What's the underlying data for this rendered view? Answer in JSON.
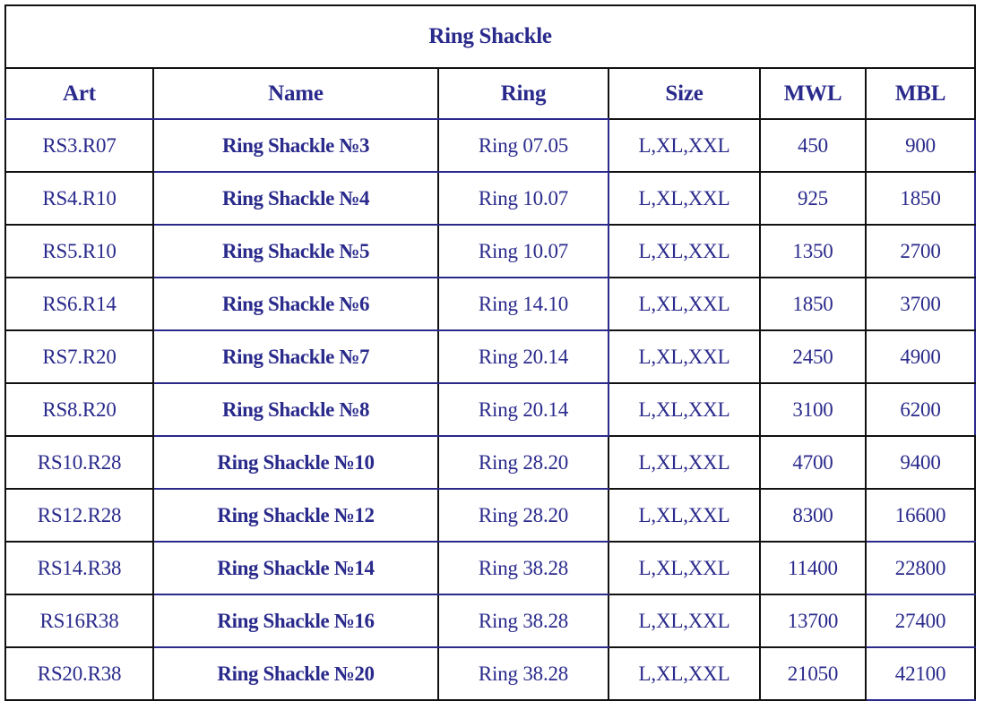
{
  "table": {
    "title": "Ring Shackle",
    "columns": [
      {
        "key": "art",
        "label": "Art"
      },
      {
        "key": "name",
        "label": "Name"
      },
      {
        "key": "ring",
        "label": "Ring"
      },
      {
        "key": "size",
        "label": "Size"
      },
      {
        "key": "mwl",
        "label": "MWL"
      },
      {
        "key": "mbl",
        "label": "MBL"
      }
    ],
    "rows": [
      {
        "art": "RS3.R07",
        "name": "Ring Shackle №3",
        "ring": "Ring 07.05",
        "size": "L,XL,XXL",
        "mwl": "450",
        "mbl": "900"
      },
      {
        "art": "RS4.R10",
        "name": "Ring Shackle №4",
        "ring": "Ring 10.07",
        "size": "L,XL,XXL",
        "mwl": "925",
        "mbl": "1850"
      },
      {
        "art": "RS5.R10",
        "name": "Ring Shackle №5",
        "ring": "Ring 10.07",
        "size": "L,XL,XXL",
        "mwl": "1350",
        "mbl": "2700"
      },
      {
        "art": "RS6.R14",
        "name": "Ring Shackle №6",
        "ring": "Ring 14.10",
        "size": "L,XL,XXL",
        "mwl": "1850",
        "mbl": "3700"
      },
      {
        "art": "RS7.R20",
        "name": "Ring Shackle №7",
        "ring": "Ring 20.14",
        "size": "L,XL,XXL",
        "mwl": "2450",
        "mbl": "4900"
      },
      {
        "art": "RS8.R20",
        "name": "Ring Shackle №8",
        "ring": "Ring 20.14",
        "size": "L,XL,XXL",
        "mwl": "3100",
        "mbl": "6200"
      },
      {
        "art": "RS10.R28",
        "name": "Ring Shackle №10",
        "ring": "Ring 28.20",
        "size": "L,XL,XXL",
        "mwl": "4700",
        "mbl": "9400"
      },
      {
        "art": "RS12.R28",
        "name": "Ring Shackle №12",
        "ring": "Ring 28.20",
        "size": "L,XL,XXL",
        "mwl": "8300",
        "mbl": "16600"
      },
      {
        "art": "RS14.R38",
        "name": "Ring Shackle №14",
        "ring": "Ring 38.28",
        "size": "L,XL,XXL",
        "mwl": "11400",
        "mbl": "22800"
      },
      {
        "art": "RS16R38",
        "name": "Ring Shackle №16",
        "ring": "Ring 38.28",
        "size": "L,XL,XXL",
        "mwl": "13700",
        "mbl": "27400"
      },
      {
        "art": "RS20.R38",
        "name": "Ring Shackle №20",
        "ring": "Ring 38.28",
        "size": "L,XL,XXL",
        "mwl": "21050",
        "mbl": "42100"
      }
    ]
  },
  "colors": {
    "text": "#2a2a8c",
    "border": "#111111",
    "rule_accent": "#2a2a8c",
    "background": "#ffffff"
  }
}
